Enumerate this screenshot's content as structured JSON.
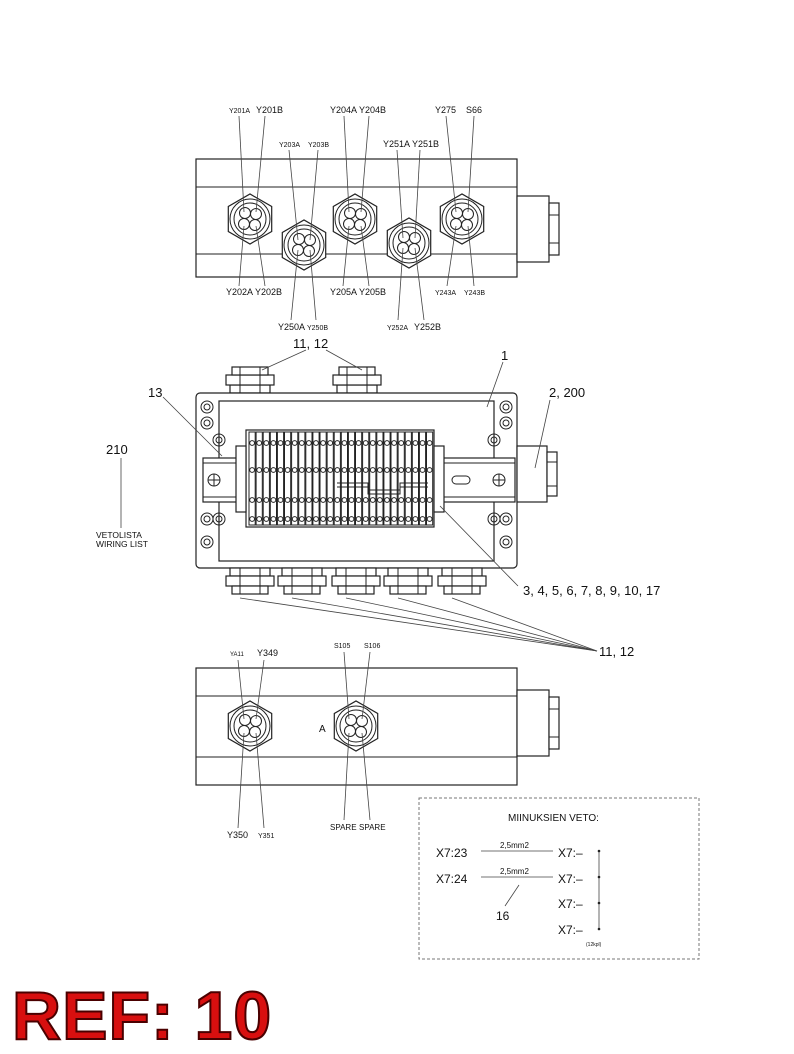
{
  "top_view": {
    "labels_above": [
      "Y201A",
      "Y201B",
      "Y203A",
      "Y203B",
      "Y204A",
      "Y204B",
      "Y251A",
      "Y251B",
      "Y275",
      "S66"
    ],
    "labels_below": [
      "Y202A",
      "Y202B",
      "Y250A",
      "Y250B",
      "Y205A",
      "Y205B",
      "Y252A",
      "Y252B",
      "Y243A",
      "Y243B"
    ]
  },
  "middle_view": {
    "callouts": {
      "glands_top": "11, 12",
      "enclosure": "1",
      "side_gland": "2, 200",
      "din_rail": "13",
      "wiring_list_ref": "210",
      "wiring_list_fi": "VETOLISTA",
      "wiring_list_en": "WIRING LIST",
      "terminals": "3, 4, 5, 6, 7, 8, 9, 10, 17",
      "glands_bottom": "11, 12"
    }
  },
  "bottom_view": {
    "labels_above": [
      "YA11",
      "Y349",
      "S105",
      "S106"
    ],
    "labels_below": [
      "Y350",
      "Y351",
      "SPARE",
      "SPARE"
    ],
    "view_marker": "A"
  },
  "wiring_box": {
    "title": "MIINUKSIEN VETO:",
    "rows": [
      {
        "from": "X7:23",
        "wire": "2,5mm2",
        "to": "X7:–"
      },
      {
        "from": "X7:24",
        "wire": "2,5mm2",
        "to": "X7:–"
      }
    ],
    "extra_to": [
      "X7:–",
      "X7:–"
    ],
    "callout": "16",
    "note": "(12kpl)"
  },
  "ref_stamp": "REF: 10",
  "colors": {
    "stamp_fill": "#d80f0f",
    "line": "#222222"
  }
}
